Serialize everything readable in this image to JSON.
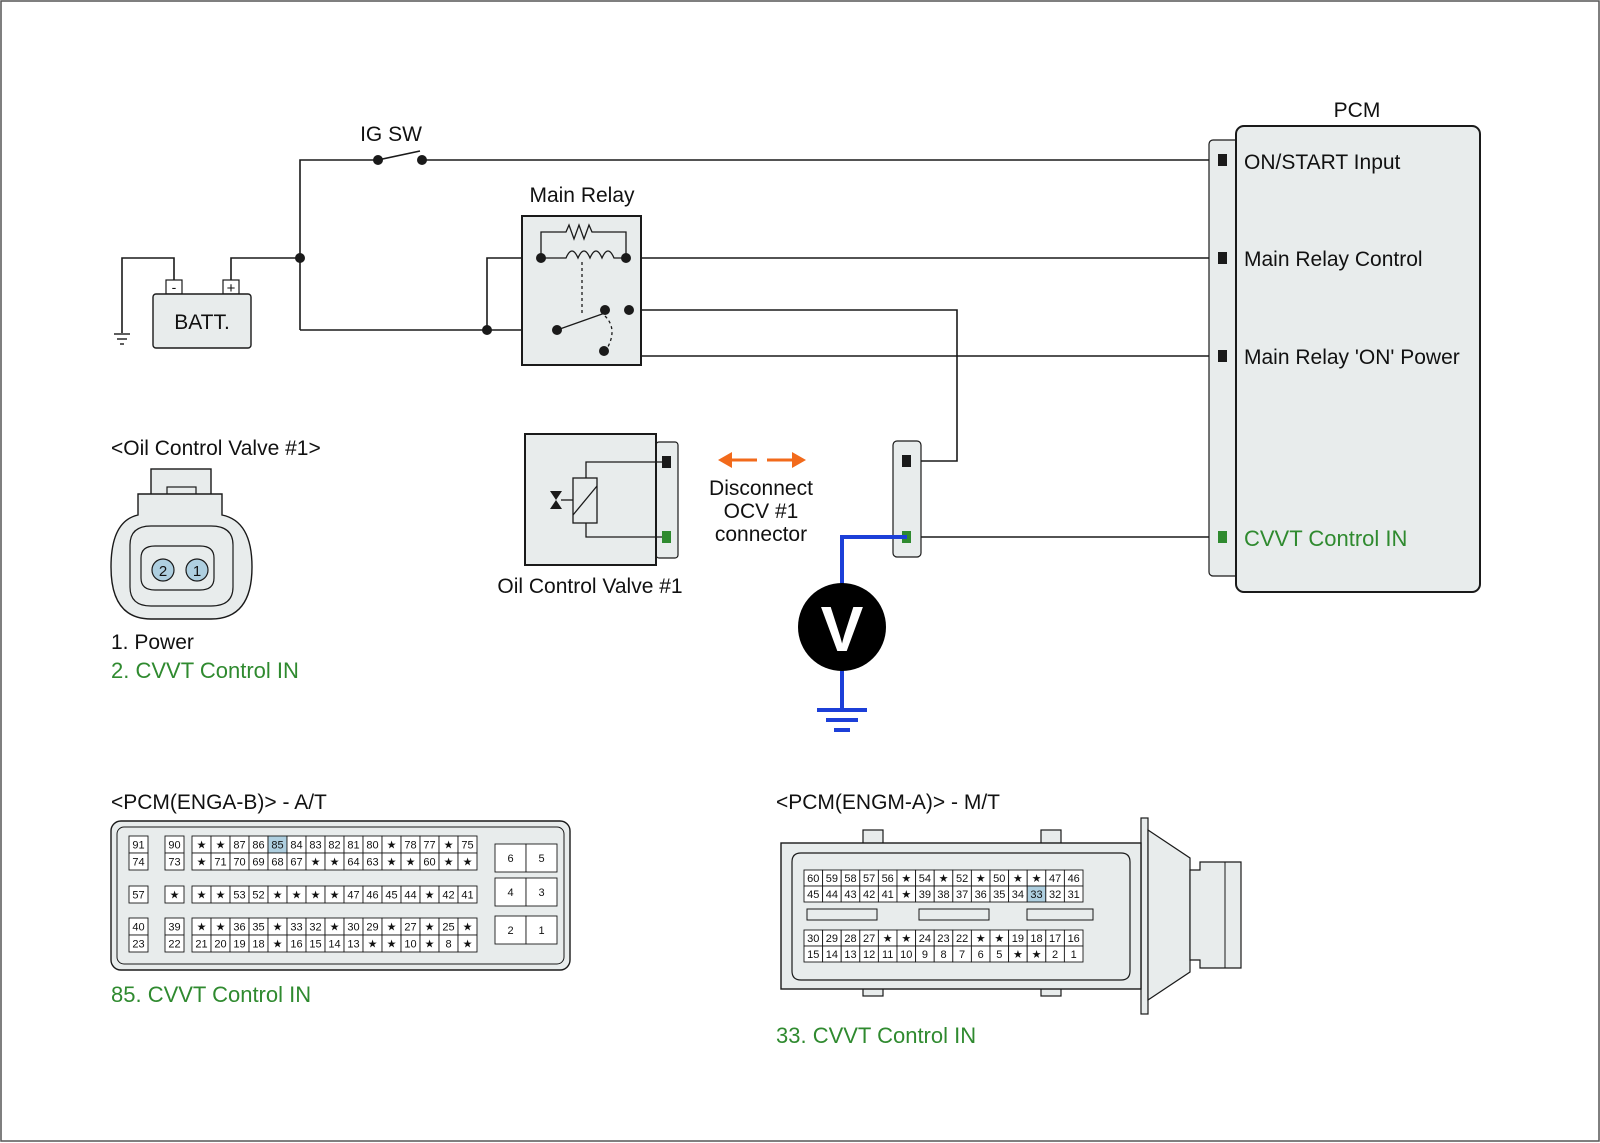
{
  "labels": {
    "ig_sw": "IG SW",
    "main_relay": "Main Relay",
    "pcm": "PCM",
    "batt": "BATT.",
    "batt_minus": "-",
    "batt_plus": "+",
    "pcm_on_start": "ON/START Input",
    "pcm_main_relay_control": "Main Relay Control",
    "pcm_main_relay_on_power": "Main Relay 'ON' Power",
    "pcm_cvvt_control_in": "CVVT Control IN",
    "ocv_connector_title": "<Oil Control Valve #1>",
    "ocv_pin_2": "2",
    "ocv_pin_1": "1",
    "ocv_pin_desc_1": "1. Power",
    "ocv_pin_desc_2": "2. CVVT Control IN",
    "ocv_component": "Oil Control Valve #1",
    "disconnect_line1": "Disconnect",
    "disconnect_line2": "OCV #1",
    "disconnect_line3": "connector",
    "voltmeter": "V",
    "at_connector_title": "<PCM(ENGA-B)> - A/T",
    "at_pin_desc": "85. CVVT Control IN",
    "mt_connector_title": "<PCM(ENGM-A)> - M/T",
    "mt_pin_desc": "33. CVVT Control IN"
  },
  "at_connector": {
    "rows": [
      [
        "91",
        "90",
        "★",
        "★",
        "87",
        "86",
        "85",
        "84",
        "83",
        "82",
        "81",
        "80",
        "★",
        "78",
        "77",
        "★",
        "75"
      ],
      [
        "74",
        "73",
        "★",
        "71",
        "70",
        "69",
        "68",
        "67",
        "★",
        "★",
        "64",
        "63",
        "★",
        "★",
        "60",
        "★",
        "★"
      ],
      [
        "57",
        "★",
        "★",
        "★",
        "53",
        "52",
        "★",
        "★",
        "★",
        "★",
        "47",
        "46",
        "45",
        "44",
        "★",
        "42",
        "41"
      ],
      [
        "40",
        "39",
        "★",
        "★",
        "36",
        "35",
        "★",
        "33",
        "32",
        "★",
        "30",
        "29",
        "★",
        "27",
        "★",
        "25",
        "★"
      ],
      [
        "23",
        "22",
        "21",
        "20",
        "19",
        "18",
        "★",
        "16",
        "15",
        "14",
        "13",
        "★",
        "★",
        "10",
        "★",
        "8",
        "★"
      ]
    ],
    "right_pins": [
      [
        "6",
        "5"
      ],
      [
        "4",
        "3"
      ],
      [
        "2",
        "1"
      ]
    ],
    "highlight": "85"
  },
  "mt_connector": {
    "rows": [
      [
        "60",
        "59",
        "58",
        "57",
        "56",
        "★",
        "54",
        "★",
        "52",
        "★",
        "50",
        "★",
        "★",
        "47",
        "46"
      ],
      [
        "45",
        "44",
        "43",
        "42",
        "41",
        "★",
        "39",
        "38",
        "37",
        "36",
        "35",
        "34",
        "33",
        "32",
        "31"
      ],
      [
        "30",
        "29",
        "28",
        "27",
        "★",
        "★",
        "24",
        "23",
        "22",
        "★",
        "★",
        "19",
        "18",
        "17",
        "16"
      ],
      [
        "15",
        "14",
        "13",
        "12",
        "11",
        "10",
        "9",
        "8",
        "7",
        "6",
        "5",
        "★",
        "★",
        "2",
        "1"
      ]
    ],
    "highlight": "33"
  },
  "colors": {
    "wire": "#1a1a1a",
    "probe_wire": "#1c3fd8",
    "ground_symbol": "#1c3fd8",
    "signal_label": "#2f8a2f",
    "pin_highlight": "#aecfe0",
    "disconnect_arrows": "#f26a1b",
    "component_fill": "#e8ecec"
  }
}
